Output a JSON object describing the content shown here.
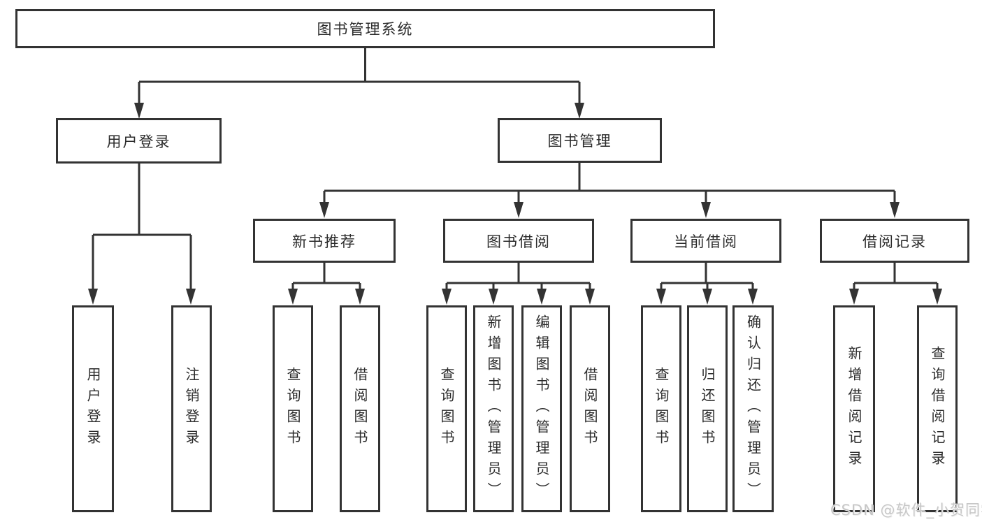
{
  "colors": {
    "background": "#ffffff",
    "line": "#333333",
    "box_border": "#333333",
    "text": "#2b2b2b",
    "watermark": "#c7c7c7"
  },
  "watermark": {
    "text": "CSDN @软件_小贺同学"
  },
  "diagram": {
    "root": {
      "label": "图书管理系统"
    },
    "branches": [
      {
        "label": "用户登录",
        "leaves": [
          {
            "label": "用户登录"
          },
          {
            "label": "注销登录"
          }
        ]
      },
      {
        "label": "图书管理",
        "children": [
          {
            "label": "新书推荐",
            "leaves": [
              {
                "label": "查询图书"
              },
              {
                "label": "借阅图书"
              }
            ]
          },
          {
            "label": "图书借阅",
            "leaves": [
              {
                "label": "查询图书"
              },
              {
                "label": "新增图书（管理员）"
              },
              {
                "label": "编辑图书（管理员）"
              },
              {
                "label": "借阅图书"
              }
            ]
          },
          {
            "label": "当前借阅",
            "leaves": [
              {
                "label": "查询图书"
              },
              {
                "label": "归还图书"
              },
              {
                "label": "确认归还（管理员）"
              }
            ]
          },
          {
            "label": "借阅记录",
            "leaves": [
              {
                "label": "新增借阅记录"
              },
              {
                "label": "查询借阅记录"
              }
            ]
          }
        ]
      }
    ]
  }
}
